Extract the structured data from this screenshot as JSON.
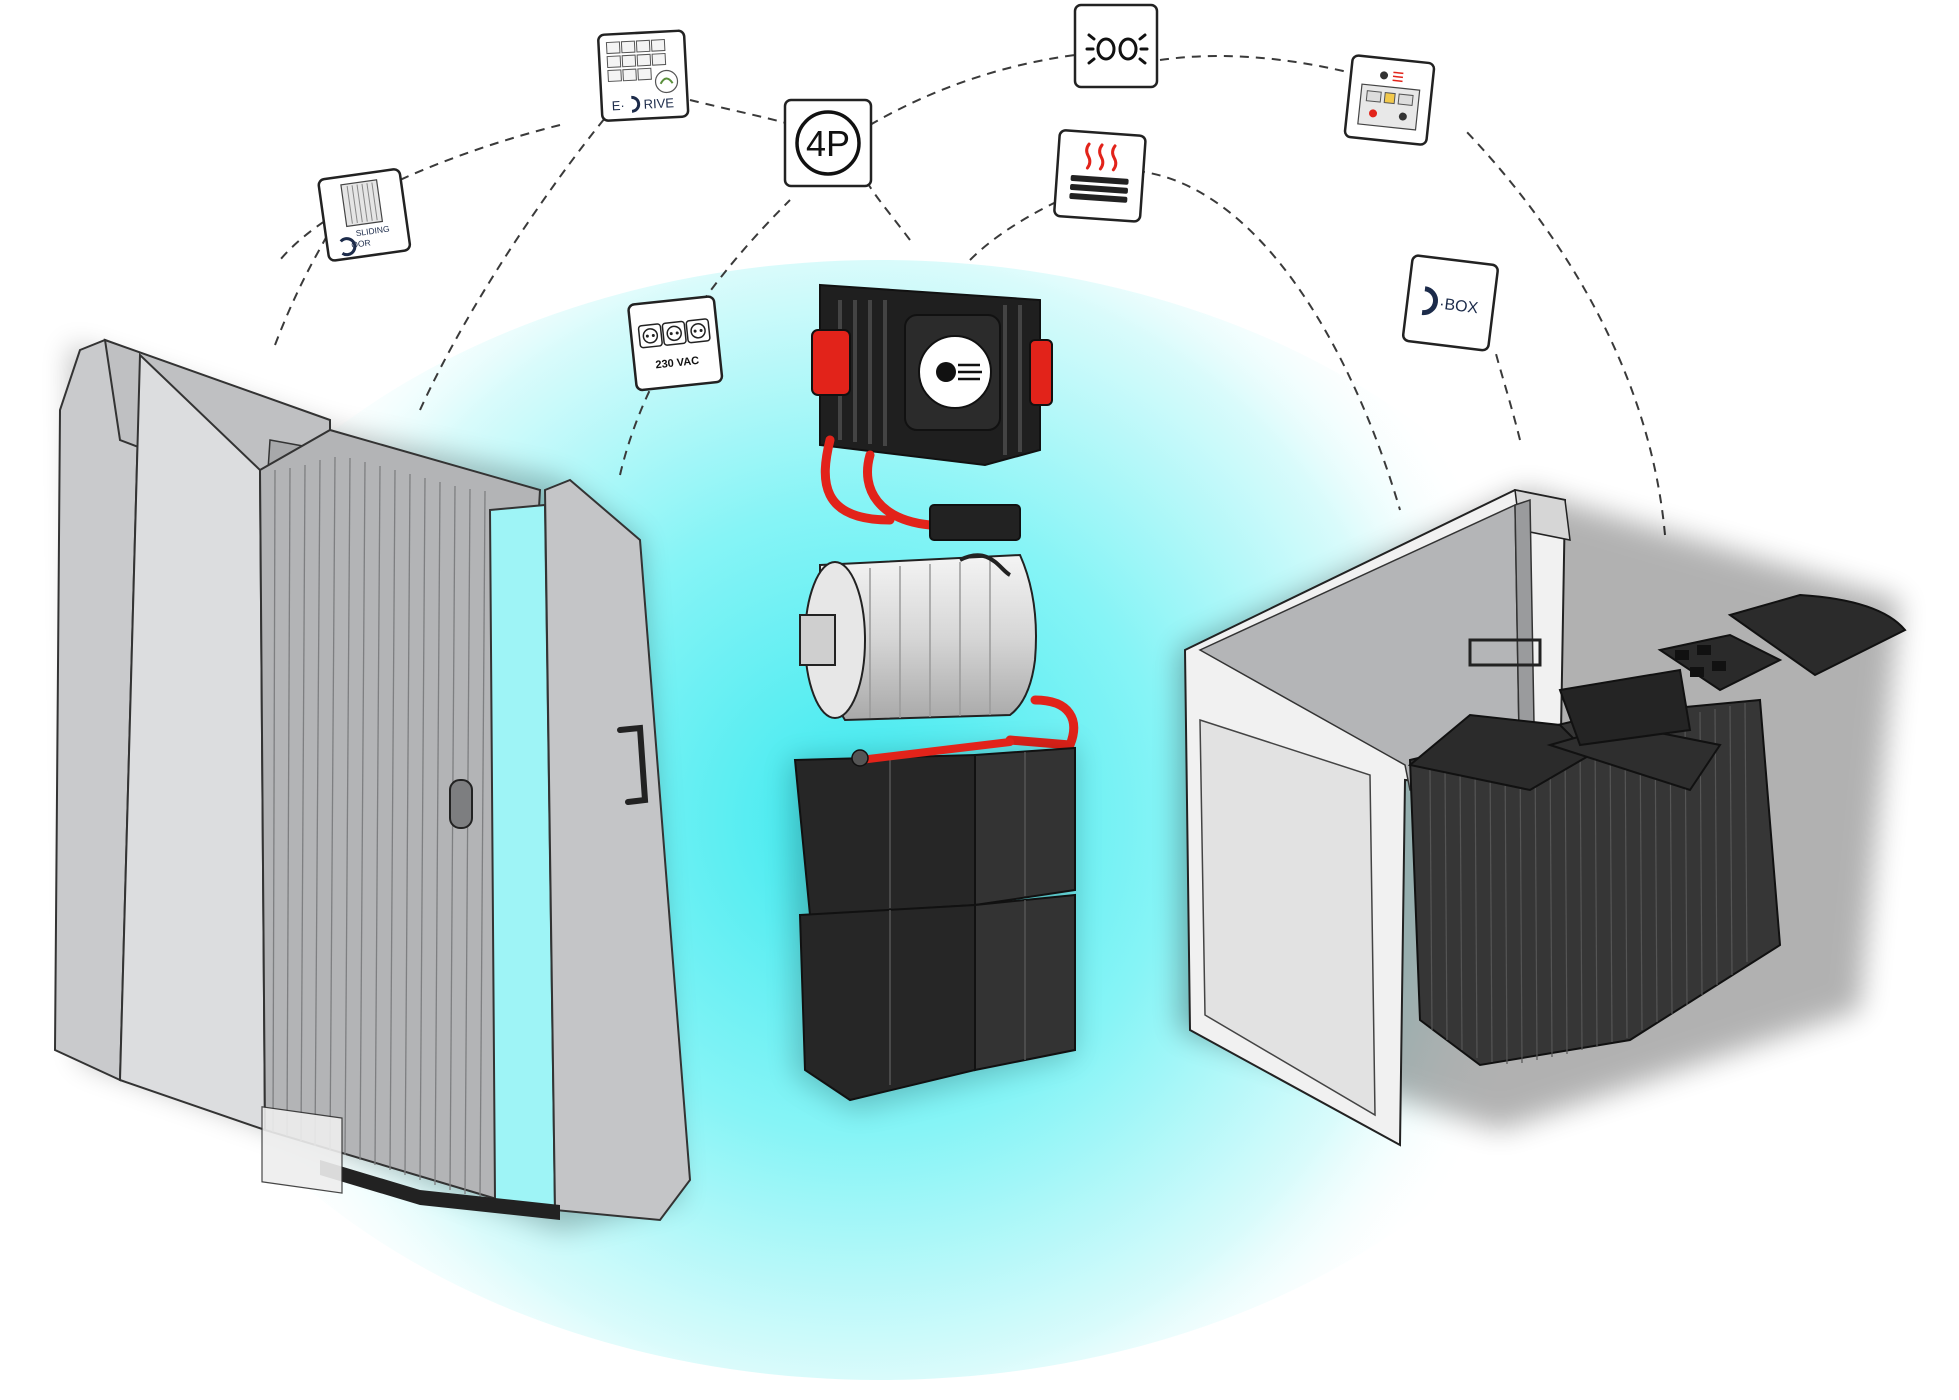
{
  "icons": {
    "sliding_door": {
      "icon": "sliding-door-icon",
      "line1": "SLIDING",
      "line2": "OOR"
    },
    "edrive": {
      "icon": "e-drive-icon",
      "prefix": "E·",
      "suffix": "RIVE"
    },
    "fourp": {
      "icon": "4p-icon",
      "label": "4P"
    },
    "lights": {
      "icon": "lights-icon"
    },
    "heater": {
      "icon": "heater-icon"
    },
    "control_panel": {
      "icon": "control-panel-icon"
    },
    "vac": {
      "icon": "sockets-icon",
      "label": "230 VAC"
    },
    "dbox": {
      "icon": "d-box-icon",
      "label": "·BOX"
    }
  },
  "components": {
    "door": "sliding-door-unit",
    "controller": "motor-controller",
    "motor": "electric-motor",
    "batteries": "battery-pack",
    "cabinet": "d-box-cabinet"
  },
  "colors": {
    "glow": "#5ef0f5",
    "cable": "#e2231a",
    "dark": "#2b2b2b",
    "door": "#cfd0d2"
  }
}
